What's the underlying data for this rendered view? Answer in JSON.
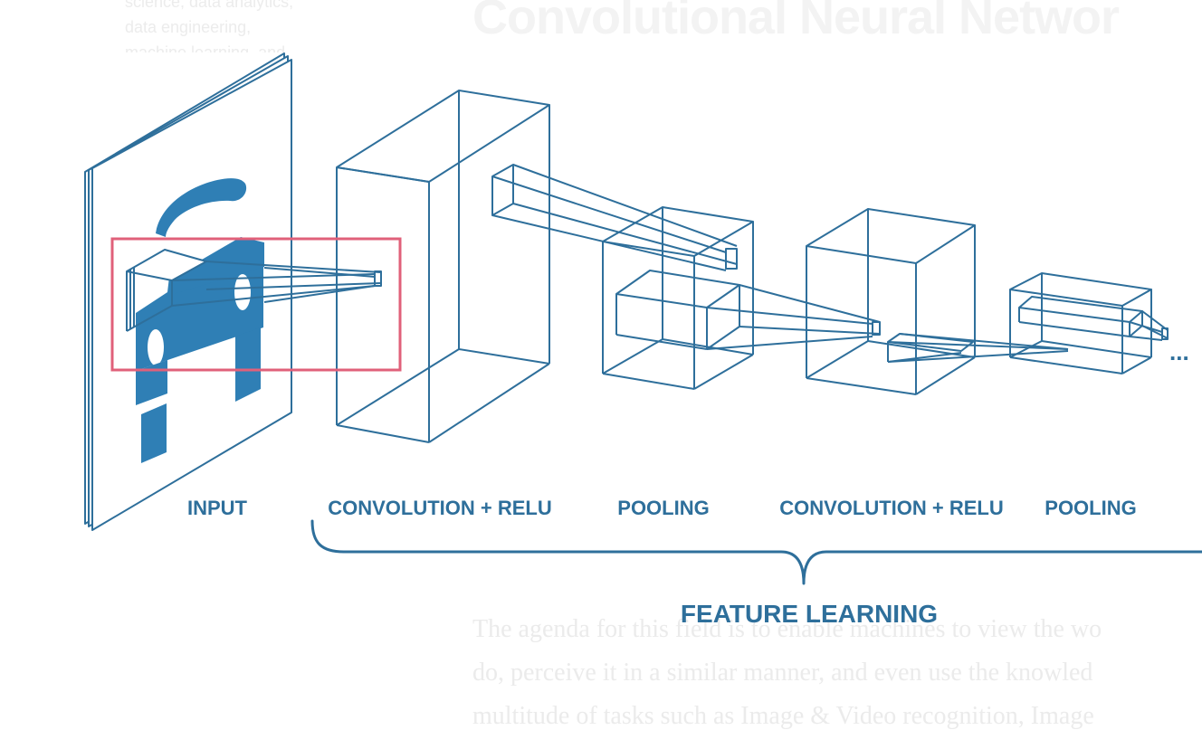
{
  "background": {
    "sidebar_lines": [
      "science, data analytics,",
      "data engineering,",
      "machine learning, and"
    ],
    "title": "Convolutional Neural Networ",
    "paragraph_lines": [
      "The agenda for this field is to enable machines to view the wo",
      "do, perceive it in a similar manner, and even use the knowled",
      "multitude of tasks such as Image & Video recognition, Image"
    ]
  },
  "diagram": {
    "labels": {
      "input": "INPUT",
      "conv1": "CONVOLUTION + RELU",
      "pool1": "POOLING",
      "conv2": "CONVOLUTION + RELU",
      "pool2": "POOLING",
      "group": "FEATURE LEARNING",
      "continuation": "..."
    }
  },
  "colors": {
    "diagram_blue": "#2e6f9b",
    "car_blue": "#2f7fb5",
    "highlight_red": "#e0607a"
  }
}
